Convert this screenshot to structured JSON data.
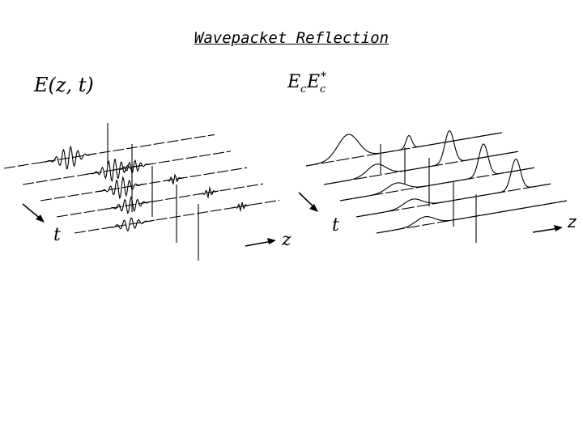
{
  "title": "Wavepacket Reflection",
  "left_panel": {
    "function_label": "E(z, t)",
    "time_axis_label": "t",
    "space_axis_label": "z"
  },
  "right_panel": {
    "function_label_base": "E",
    "function_label_sub": "c",
    "function_label_base2": "E",
    "function_label_sup": "*",
    "function_label_sub2": "c",
    "time_axis_label": "t",
    "space_axis_label": "z"
  }
}
